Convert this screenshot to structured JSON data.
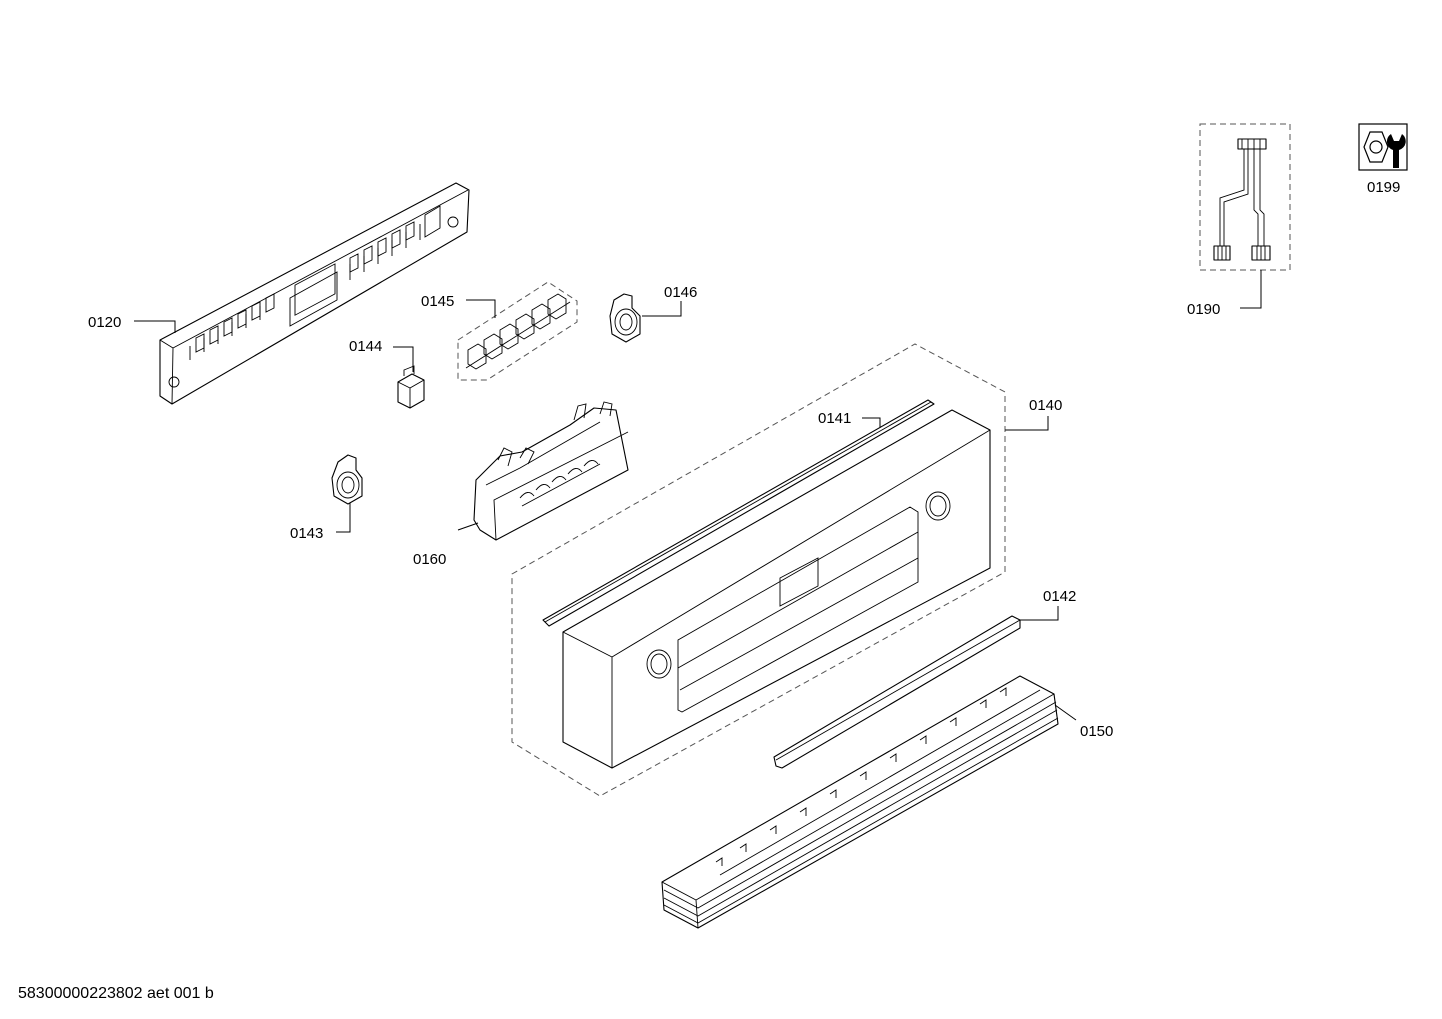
{
  "parts": {
    "p0120": "0120",
    "p0140": "0140",
    "p0141": "0141",
    "p0142": "0142",
    "p0143": "0143",
    "p0144": "0144",
    "p0145": "0145",
    "p0146": "0146",
    "p0150": "0150",
    "p0160": "0160",
    "p0190": "0190",
    "p0199": "0199"
  },
  "footer": {
    "doc_code": "58300000223802 aet 001 b"
  }
}
